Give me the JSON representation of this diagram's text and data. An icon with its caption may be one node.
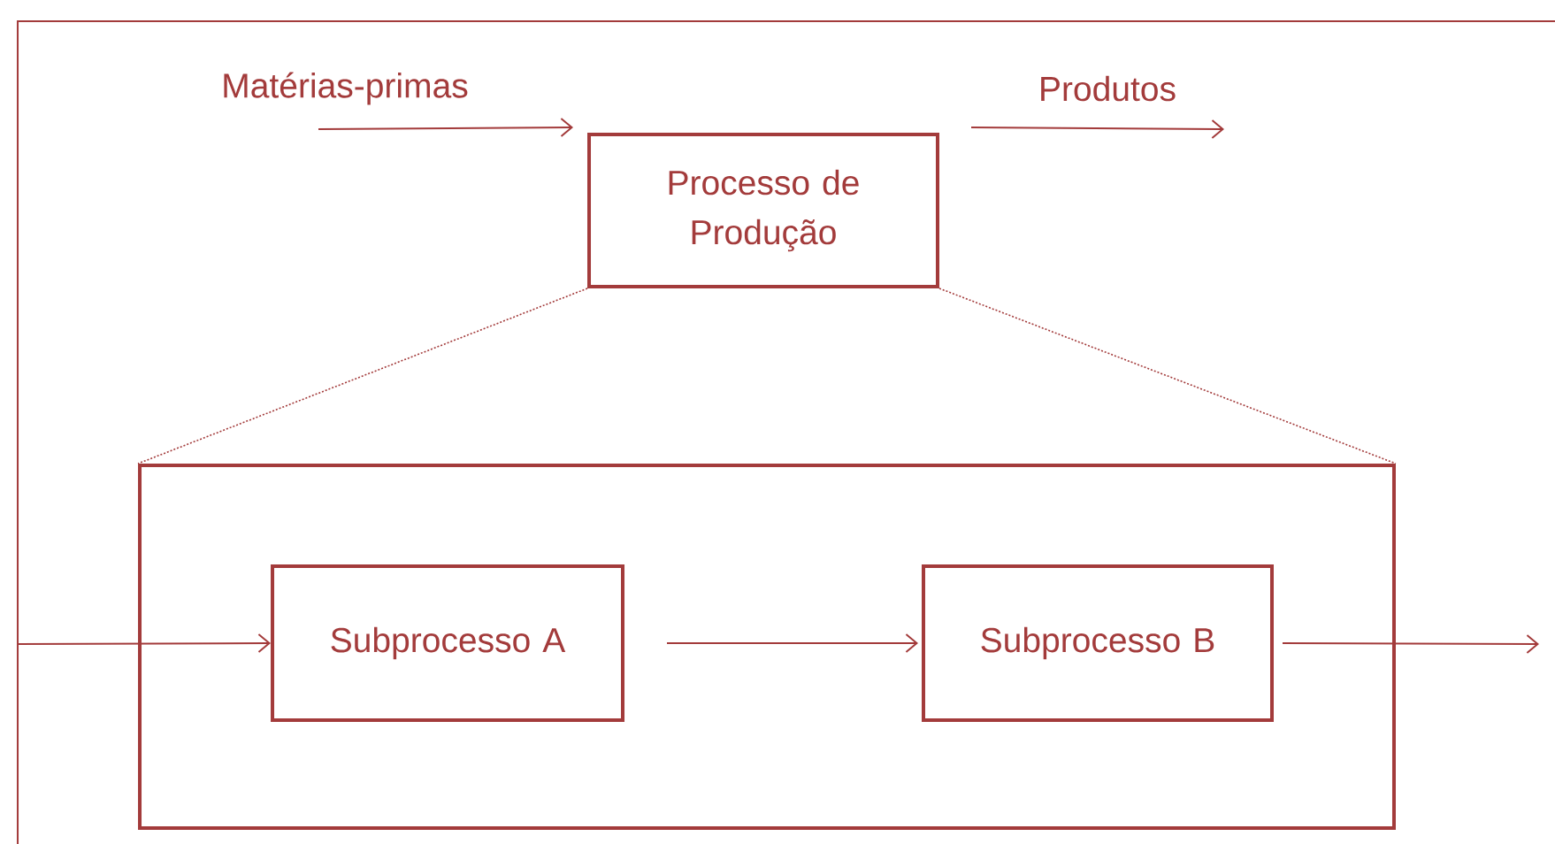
{
  "diagram": {
    "nodes": [
      {
        "text": [
          "Processo de Produção"
        ]
      },
      {
        "text": [],
        "shape": "box"
      },
      {
        "text": [
          "Subprocesso A"
        ],
        "in": 1
      },
      {
        "text": [
          "Subprocesso B"
        ],
        "in": 1
      }
    ],
    "edges": [
      {
        "from": null,
        "to": 0,
        "arrow": "to",
        "label": "Matérias-primas"
      },
      {
        "from": 0,
        "to": null,
        "arrow": "to",
        "label": "Produtos"
      },
      {
        "from": 0,
        "to": 1,
        "arrow": "none",
        "style": "dashed"
      },
      {
        "from": 0,
        "to": 1,
        "arrow": "none",
        "style": "dashed"
      },
      {
        "from": null,
        "to": 2,
        "arrow": "to"
      },
      {
        "from": 2,
        "to": 3,
        "arrow": "to"
      },
      {
        "from": 3,
        "to": null,
        "arrow": "to"
      }
    ]
  }
}
